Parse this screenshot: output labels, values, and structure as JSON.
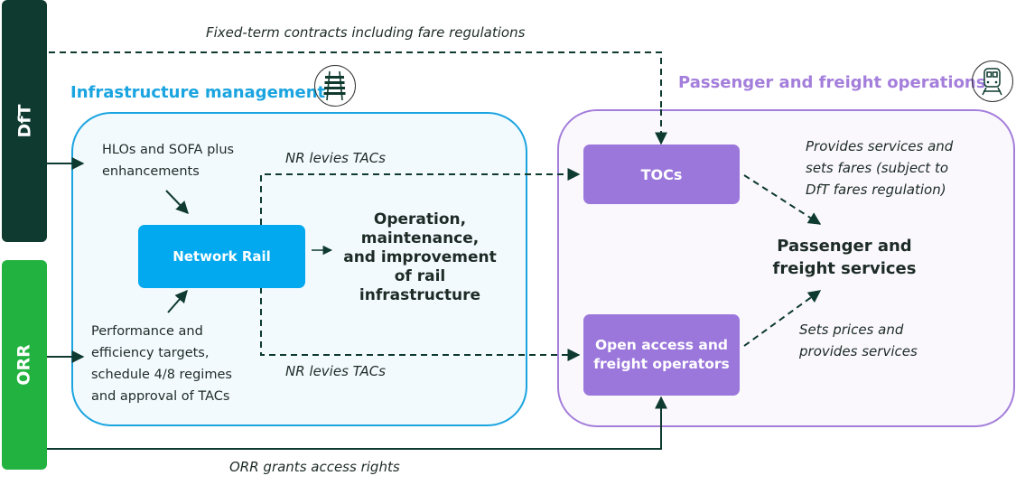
{
  "sidebars": {
    "dft": {
      "label": "DfT",
      "color": "#0e3a2f"
    },
    "orr": {
      "label": "ORR",
      "color": "#21b23f"
    }
  },
  "sections": {
    "infrastructure": {
      "title": "Infrastructure management",
      "color": "#1aa4e0",
      "icon": "railway-track-icon"
    },
    "operations": {
      "title": "Passenger and freight operations",
      "color": "#a47edb",
      "icon": "train-icon"
    }
  },
  "nodes": {
    "network_rail": "Network Rail",
    "tocs": "TOCs",
    "open_access": [
      "Open access and",
      "freight operators"
    ]
  },
  "labels": {
    "fixed_term": "Fixed-term contracts including fare regulations",
    "hlos": [
      "HLOs and SOFA plus",
      "enhancements"
    ],
    "performance": [
      "Performance and",
      "efficiency targets,",
      "schedule 4/8 regimes",
      "and approval of TACs"
    ],
    "nr_levies_top": "NR levies TACs",
    "nr_levies_bottom": "NR levies TACs",
    "operation": [
      "Operation,",
      "maintenance,",
      "and improvement",
      "of rail",
      "infrastructure"
    ],
    "provides": [
      "Provides services and",
      "sets fares (subject to",
      "DfT fares regulation)"
    ],
    "passenger_services": [
      "Passenger and",
      "freight services"
    ],
    "sets_prices": [
      "Sets prices and",
      "provides services"
    ],
    "orr_grants": "ORR grants access rights"
  },
  "colors": {
    "arrow": "#0e3a2f",
    "network_rail_fill": "#03a9ef",
    "infra_bg": "#f3fafe",
    "ops_fill": "#9b77dc",
    "ops_bg": "#faf8fd"
  }
}
